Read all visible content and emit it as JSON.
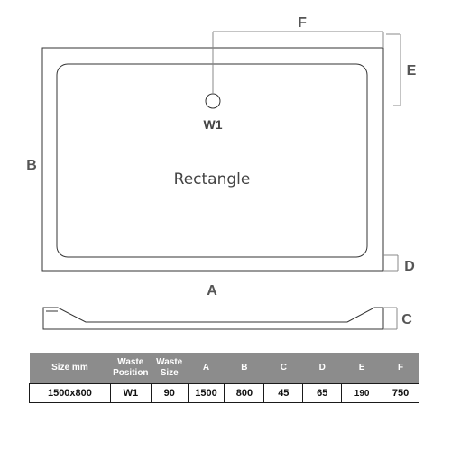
{
  "diagram": {
    "shape_label": "Rectangle",
    "waste_label": "W1",
    "dimension_letters": {
      "A": "A",
      "B": "B",
      "C": "C",
      "D": "D",
      "E": "E",
      "F": "F"
    }
  },
  "table": {
    "headers": [
      "Size mm",
      "Waste Position",
      "Waste Size",
      "A",
      "B",
      "C",
      "D",
      "E",
      "F"
    ],
    "row": [
      "1500x800",
      "W1",
      "90",
      "1500",
      "800",
      "45",
      "65",
      "190",
      "750"
    ]
  },
  "colors": {
    "line": "#333333",
    "dimension_line": "#888888",
    "letters": "#555555",
    "header_background": "#8c8c8c",
    "header_text": "#ffffff"
  }
}
